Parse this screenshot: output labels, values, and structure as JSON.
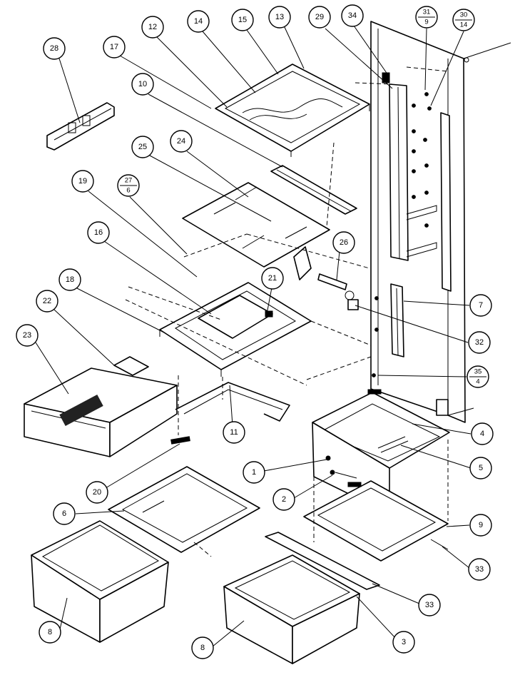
{
  "callouts": [
    {
      "id": "c28",
      "label": "28"
    },
    {
      "id": "c17",
      "label": "17"
    },
    {
      "id": "c12",
      "label": "12"
    },
    {
      "id": "c14",
      "label": "14"
    },
    {
      "id": "c15",
      "label": "15"
    },
    {
      "id": "c13",
      "label": "13"
    },
    {
      "id": "c29",
      "label": "29"
    },
    {
      "id": "c34",
      "label": "34"
    },
    {
      "id": "c31",
      "label": "31",
      "sub": "9"
    },
    {
      "id": "c30",
      "label": "30",
      "sub": "14"
    },
    {
      "id": "c10",
      "label": "10"
    },
    {
      "id": "c25",
      "label": "25"
    },
    {
      "id": "c24",
      "label": "24"
    },
    {
      "id": "c19",
      "label": "19"
    },
    {
      "id": "c27",
      "label": "27",
      "sub": "6"
    },
    {
      "id": "c16",
      "label": "16"
    },
    {
      "id": "c26",
      "label": "26"
    },
    {
      "id": "c18",
      "label": "18"
    },
    {
      "id": "c22",
      "label": "22"
    },
    {
      "id": "c21",
      "label": "21"
    },
    {
      "id": "c7",
      "label": "7"
    },
    {
      "id": "c23",
      "label": "23"
    },
    {
      "id": "c32",
      "label": "32"
    },
    {
      "id": "c35",
      "label": "35",
      "sub": "4"
    },
    {
      "id": "c11",
      "label": "11"
    },
    {
      "id": "c4",
      "label": "4"
    },
    {
      "id": "c5",
      "label": "5"
    },
    {
      "id": "c1",
      "label": "1"
    },
    {
      "id": "c20",
      "label": "20"
    },
    {
      "id": "c2",
      "label": "2"
    },
    {
      "id": "c6",
      "label": "6"
    },
    {
      "id": "c9",
      "label": "9"
    },
    {
      "id": "c33a",
      "label": "33"
    },
    {
      "id": "c33b",
      "label": "33"
    },
    {
      "id": "c8a",
      "label": "8"
    },
    {
      "id": "c3",
      "label": "3"
    },
    {
      "id": "c8b",
      "label": "8"
    }
  ]
}
